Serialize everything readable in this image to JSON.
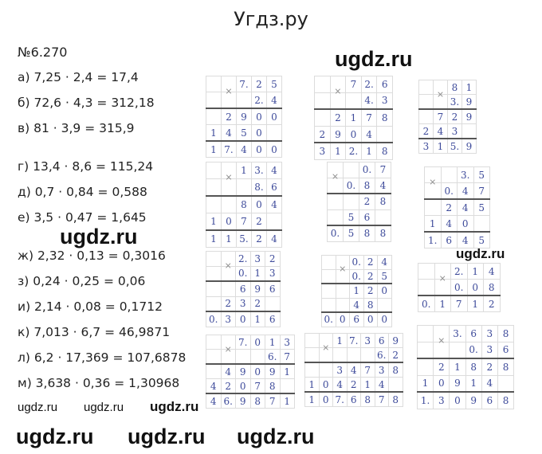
{
  "header": {
    "site_title": "Угдз.ру",
    "task_number": "№6.270"
  },
  "lines": [
    "а) 7,25 · 2,4 = 17,4",
    "б) 72,6 · 4,3 = 312,18",
    "в) 81 · 3,9 = 315,9",
    "г) 13,4 · 8,6 = 115,24",
    "д) 0,7 · 0,84 = 0,588",
    "е) 3,5 · 0,47 = 1,645",
    "ж) 2,32 · 0,13 = 0,3016",
    "з) 0,24 · 0,25 = 0,06",
    "и) 2,14 · 0,08 = 0,1712",
    "к) 7,013 · 6,7 = 46,9871",
    "л) 6,2 · 17,369 = 107,6878",
    "м) 3,638 · 0,36 = 1,30968"
  ],
  "watermark": "ugdz.ru",
  "grids": [
    {
      "rows": [
        {
          "c": [
            "",
            "×",
            "7.",
            "2",
            "5"
          ]
        },
        {
          "c": [
            "",
            "",
            "",
            "2.",
            "4"
          ]
        },
        {
          "c": [
            "",
            "2",
            "9",
            "0",
            "0"
          ],
          "rule": true
        },
        {
          "c": [
            "1",
            "4",
            "5",
            "0",
            ""
          ]
        },
        {
          "c": [
            "1",
            "7.",
            "4",
            "0",
            "0"
          ],
          "rule": true
        }
      ]
    },
    {
      "rows": [
        {
          "c": [
            "",
            "×",
            "7",
            "2.",
            "6"
          ]
        },
        {
          "c": [
            "",
            "",
            "",
            "4.",
            "3"
          ]
        },
        {
          "c": [
            "",
            "2",
            "1",
            "7",
            "8"
          ],
          "rule": true
        },
        {
          "c": [
            "2",
            "9",
            "0",
            "4",
            ""
          ]
        },
        {
          "c": [
            "3",
            "1",
            "2.",
            "1",
            "8"
          ],
          "rule": true
        }
      ]
    },
    {
      "rows": [
        {
          "c": [
            "",
            "×",
            "8",
            "1"
          ]
        },
        {
          "c": [
            "",
            "",
            "3.",
            "9"
          ]
        },
        {
          "c": [
            "",
            "7",
            "2",
            "9"
          ],
          "rule": true
        },
        {
          "c": [
            "2",
            "4",
            "3",
            ""
          ]
        },
        {
          "c": [
            "3",
            "1",
            "5.",
            "9"
          ],
          "rule": true
        }
      ]
    },
    {
      "rows": [
        {
          "c": [
            "",
            "×",
            "1",
            "3.",
            "4"
          ]
        },
        {
          "c": [
            "",
            "",
            "",
            "8.",
            "6"
          ]
        },
        {
          "c": [
            "",
            "",
            "8",
            "0",
            "4"
          ],
          "rule": true
        },
        {
          "c": [
            "1",
            "0",
            "7",
            "2",
            ""
          ]
        },
        {
          "c": [
            "1",
            "1",
            "5.",
            "2",
            "4"
          ],
          "rule": true
        }
      ]
    },
    {
      "rows": [
        {
          "c": [
            "×",
            "",
            "0.",
            "7"
          ]
        },
        {
          "c": [
            "",
            "0.",
            "8",
            "4"
          ]
        },
        {
          "c": [
            "",
            "",
            "2",
            "8"
          ],
          "rule": true
        },
        {
          "c": [
            "",
            "5",
            "6",
            ""
          ]
        },
        {
          "c": [
            "0.",
            "5",
            "8",
            "8"
          ],
          "rule": true
        }
      ]
    },
    {
      "rows": [
        {
          "c": [
            "×",
            "",
            "3.",
            "5"
          ]
        },
        {
          "c": [
            "",
            "0.",
            "4",
            "7"
          ]
        },
        {
          "c": [
            "",
            "2",
            "4",
            "5"
          ],
          "rule": true
        },
        {
          "c": [
            "1",
            "4",
            "0",
            ""
          ]
        },
        {
          "c": [
            "1.",
            "6",
            "4",
            "5"
          ],
          "rule": true
        }
      ]
    },
    {
      "rows": [
        {
          "c": [
            "",
            "×",
            "2.",
            "3",
            "2"
          ]
        },
        {
          "c": [
            "",
            "",
            "0.",
            "1",
            "3"
          ]
        },
        {
          "c": [
            "",
            "",
            "6",
            "9",
            "6"
          ],
          "rule": true
        },
        {
          "c": [
            "",
            "2",
            "3",
            "2",
            ""
          ]
        },
        {
          "c": [
            "0.",
            "3",
            "0",
            "1",
            "6"
          ],
          "rule": true
        }
      ]
    },
    {
      "rows": [
        {
          "c": [
            "",
            "×",
            "0.",
            "2",
            "4"
          ]
        },
        {
          "c": [
            "",
            "",
            "0.",
            "2",
            "5"
          ]
        },
        {
          "c": [
            "",
            "",
            "1",
            "2",
            "0"
          ],
          "rule": true
        },
        {
          "c": [
            "",
            "",
            "4",
            "8",
            ""
          ]
        },
        {
          "c": [
            "0.",
            "0",
            "6",
            "0",
            "0"
          ],
          "rule": true
        }
      ]
    },
    {
      "rows": [
        {
          "c": [
            "",
            "×",
            "2.",
            "1",
            "4"
          ]
        },
        {
          "c": [
            "",
            "",
            "0.",
            "0",
            "8"
          ]
        },
        {
          "c": [
            "0.",
            "1",
            "7",
            "1",
            "2"
          ],
          "rule": true
        }
      ]
    },
    {
      "rows": [
        {
          "c": [
            "",
            "×",
            "7.",
            "0",
            "1",
            "3"
          ]
        },
        {
          "c": [
            "",
            "",
            "",
            "",
            "6.",
            "7"
          ]
        },
        {
          "c": [
            "",
            "4",
            "9",
            "0",
            "9",
            "1"
          ],
          "rule": true
        },
        {
          "c": [
            "4",
            "2",
            "0",
            "7",
            "8",
            ""
          ]
        },
        {
          "c": [
            "4",
            "6.",
            "9",
            "8",
            "7",
            "1"
          ],
          "rule": true
        }
      ]
    },
    {
      "rows": [
        {
          "c": [
            "",
            "×",
            "1",
            "7.",
            "3",
            "6",
            "9"
          ]
        },
        {
          "c": [
            "",
            "",
            "",
            "",
            "",
            "6.",
            "2"
          ]
        },
        {
          "c": [
            "",
            "",
            "3",
            "4",
            "7",
            "3",
            "8"
          ],
          "rule": true
        },
        {
          "c": [
            "1",
            "0",
            "4",
            "2",
            "1",
            "4",
            ""
          ]
        },
        {
          "c": [
            "1",
            "0",
            "7.",
            "6",
            "8",
            "7",
            "8"
          ],
          "rule": true
        }
      ]
    },
    {
      "rows": [
        {
          "c": [
            "",
            "×",
            "3.",
            "6",
            "3",
            "8"
          ]
        },
        {
          "c": [
            "",
            "",
            "",
            "0.",
            "3",
            "6"
          ]
        },
        {
          "c": [
            "",
            "2",
            "1",
            "8",
            "2",
            "8"
          ],
          "rule": true
        },
        {
          "c": [
            "1",
            "0",
            "9",
            "1",
            "4",
            ""
          ]
        },
        {
          "c": [
            "1.",
            "3",
            "0",
            "9",
            "6",
            "8"
          ],
          "rule": true
        }
      ]
    }
  ]
}
